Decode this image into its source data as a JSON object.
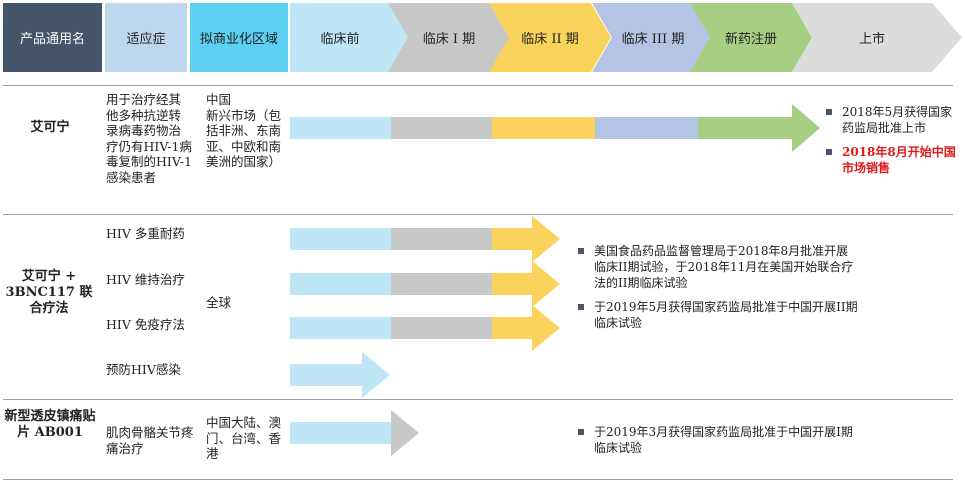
{
  "header": {
    "col_name": "产品通用名",
    "col_indication": "适应症",
    "col_region": "拟商业化区域",
    "stages": [
      "临床前",
      "临床 I 期",
      "临床 II 期",
      "临床 III 期",
      "新药注册",
      "上市"
    ]
  },
  "colors": {
    "preclinical": "#bfe6f7",
    "phase1": "#c8c8c8",
    "phase2": "#fad35c",
    "phase3": "#b4c4e4",
    "nda": "#a6cf84",
    "market": "#dcdcdc",
    "name_bg": "#44546a",
    "indication_bg": "#bdd7ee",
    "region_bg": "#5ccff2",
    "highlight": "#e01a1a"
  },
  "rows": [
    {
      "drug": "艾可宁",
      "indications": [
        "用于治疗经其他多种抗逆转录病毒药物治疗仍有HIV-1病毒复制的HIV-1感染患者"
      ],
      "region": "中国\n新兴市场（包括非洲、东南亚、中欧和南美洲的国家）",
      "progress_stage": "新药注册",
      "notes": [
        {
          "text": "2018年5月获得国家药监局批准上市",
          "highlight": false
        },
        {
          "text": "2018年8月开始中国市场销售",
          "highlight": true
        }
      ]
    },
    {
      "drug": "艾可宁 + 3BNC117 联合疗法",
      "indications": [
        "HIV 多重耐药",
        "HIV 维持治疗",
        "HIV 免疫疗法",
        "预防HIV感染"
      ],
      "region": "全球",
      "progress_stages": [
        "临床 II 期",
        "临床 II 期",
        "临床 II 期",
        "临床前"
      ],
      "notes": [
        {
          "text": "美国食品药品监督管理局于2018年8月批准开展临床II期试验，于2018年11月在美国开始联合疗法的II期临床试验",
          "highlight": false
        },
        {
          "text": "于2019年5月获得国家药监局批准于中国开展II期临床试验",
          "highlight": false
        }
      ]
    },
    {
      "drug": "新型透皮镇痛贴片 AB001",
      "indications": [
        "肌肉骨骼关节疼痛治疗"
      ],
      "region": "中国大陆、澳门、台湾、香港",
      "progress_stage": "临床 I 期",
      "notes": [
        {
          "text": "于2019年3月获得国家药监局批准于中国开展I期临床试验",
          "highlight": false
        }
      ]
    }
  ]
}
